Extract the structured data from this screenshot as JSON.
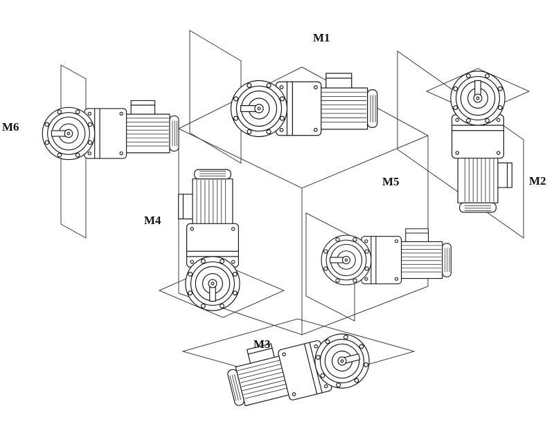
{
  "figure": {
    "type": "gearmotor-mounting-positions-diagram",
    "background": "#ffffff",
    "line_color": "#1a1a1a"
  },
  "positions": [
    {
      "label": "M1",
      "icon": "gearmotor-illustration",
      "orientation": "horizontal-shaft-left"
    },
    {
      "label": "M2",
      "icon": "gearmotor-illustration",
      "orientation": "vertical-shaft-up"
    },
    {
      "label": "M3",
      "icon": "gearmotor-illustration",
      "orientation": "horizontal-shaft-upper-right"
    },
    {
      "label": "M4",
      "icon": "gearmotor-illustration",
      "orientation": "vertical-shaft-down"
    },
    {
      "label": "M5",
      "icon": "gearmotor-illustration",
      "orientation": "horizontal-shaft-left"
    },
    {
      "label": "M6",
      "icon": "gearmotor-illustration",
      "orientation": "horizontal-shaft-left"
    }
  ]
}
